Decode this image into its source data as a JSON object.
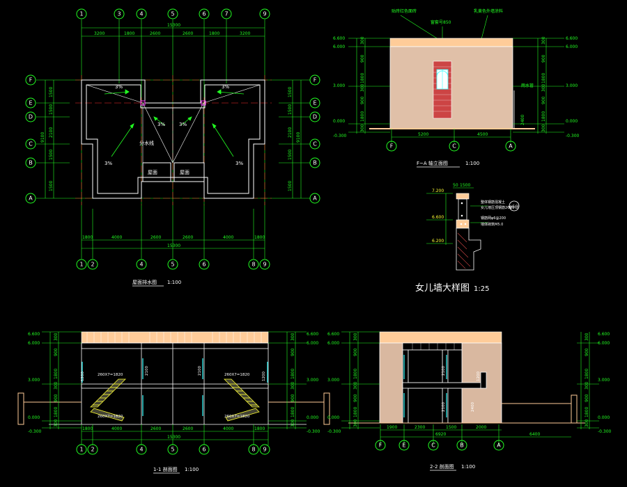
{
  "colors": {
    "background": "#000000",
    "wall": "#ffffff",
    "dim": "#22ff22",
    "axis": "#ff3333",
    "stair": "#ffff33",
    "parapet": "#ffcc99",
    "roof_fill": "#d9b8a0",
    "brick": "#cc3333",
    "cyan": "#33ffff"
  },
  "plan": {
    "grid_top": [
      "1",
      "3",
      "4",
      "5",
      "6",
      "7",
      "9"
    ],
    "grid_bottom": [
      "1",
      "2",
      "4",
      "5",
      "6",
      "8",
      "9"
    ],
    "grid_left": [
      "F",
      "E",
      "D",
      "C",
      "B",
      "A"
    ],
    "grid_right": [
      "F",
      "E",
      "D",
      "C",
      "B",
      "A"
    ],
    "dims_top": [
      "3200",
      "1800",
      "2600",
      "2600",
      "1800",
      "3200"
    ],
    "dims_top_total": "15300",
    "dims_bottom": [
      "1800",
      "4000",
      "2600",
      "2600",
      "4000",
      "1800"
    ],
    "dims_bottom_total": "15300",
    "dims_left": [
      "1500",
      "1500",
      "2100",
      "1500",
      "1500"
    ],
    "dims_left_total": "9100",
    "dims_right": [
      "1500",
      "1500",
      "2100",
      "1500",
      "1500"
    ],
    "dims_right_total": "9100",
    "slopes": [
      "3%",
      "3%",
      "3%",
      "3%",
      "3%",
      "3%"
    ],
    "label_center": "分水线",
    "room_left": "屋面",
    "room_right": "屋面",
    "title": "屋面排水图",
    "scale": "1:100"
  },
  "elev_fa": {
    "notes": [
      "贴砖红色面砖",
      "窗套号850",
      "乳黄色外墙涂料"
    ],
    "level_left": [
      "6.600",
      "6.000",
      "3.000",
      "0.000",
      "-0.300"
    ],
    "level_right": [
      "6.600",
      "6.000",
      "3.000",
      "0.000",
      "-0.300"
    ],
    "dims_left": [
      "300",
      "900",
      "1800",
      "300",
      "900",
      "1800",
      "300"
    ],
    "dims_right": [
      "300",
      "900",
      "1800",
      "300",
      "900",
      "1800",
      "300"
    ],
    "side_note": "雨水管",
    "side_dim": "2400",
    "axes": [
      "F",
      "C",
      "A"
    ],
    "dims_bottom": [
      "5200",
      "4500"
    ],
    "title": "F~A 轴立面图",
    "scale": "1:100"
  },
  "detail": {
    "levels": [
      "7.200",
      "6.600",
      "6.200"
    ],
    "top_dims": [
      "50",
      "1500"
    ],
    "notes": [
      "整体钢筋混凝土",
      "女儿墙压顶钢筋2Φ10",
      "钢筋网φ6@200",
      "墙体砌筑M5.0"
    ],
    "ref": "φ6@",
    "title": "女儿墙大样图",
    "scale": "1:25"
  },
  "sec11": {
    "level_left": [
      "6.600",
      "6.000",
      "3.000",
      "0.000",
      "-0.300"
    ],
    "level_right": [
      "6.600",
      "6.000",
      "3.000",
      "0.000",
      "-0.300"
    ],
    "dims_left": [
      "300",
      "900",
      "1800",
      "300",
      "900",
      "1800",
      "300"
    ],
    "dims_right": [
      "300",
      "900",
      "1800",
      "300",
      "900",
      "1800",
      "300"
    ],
    "stair_left_a": "260X7=1820",
    "stair_left_b": "260X7=1820",
    "stair_right_a": "260X7=1820",
    "stair_right_b": "260X7=1820",
    "height_marks": [
      "1200",
      "2100",
      "1200",
      "2100"
    ],
    "axes": [
      "1",
      "2",
      "4",
      "5",
      "6",
      "8",
      "9"
    ],
    "dims_bottom": [
      "1800",
      "4000",
      "2600",
      "2600",
      "4000",
      "1800"
    ],
    "dims_total": "15300",
    "title": "1-1 剖面图",
    "scale": "1:100"
  },
  "sec22": {
    "level_left": [
      "6.600",
      "6.000",
      "3.000",
      "0.000",
      "-0.300"
    ],
    "level_right": [
      "6.600",
      "6.000",
      "3.000",
      "0.000",
      "-0.300"
    ],
    "dims_left": [
      "300",
      "900",
      "1800",
      "300",
      "900",
      "1800",
      "300"
    ],
    "dims_right": [
      "300",
      "900",
      "1800",
      "300",
      "900",
      "1800",
      "300"
    ],
    "height_marks": [
      "2100",
      "1200",
      "2100",
      "2400"
    ],
    "axes": [
      "F",
      "E",
      "C",
      "B",
      "A"
    ],
    "dims_bottom": [
      "1900",
      "2300",
      "1500",
      "2000"
    ],
    "dims_total": "6400",
    "dims_total_b": "6920",
    "title": "2-2 剖面图",
    "scale": "1:100"
  }
}
